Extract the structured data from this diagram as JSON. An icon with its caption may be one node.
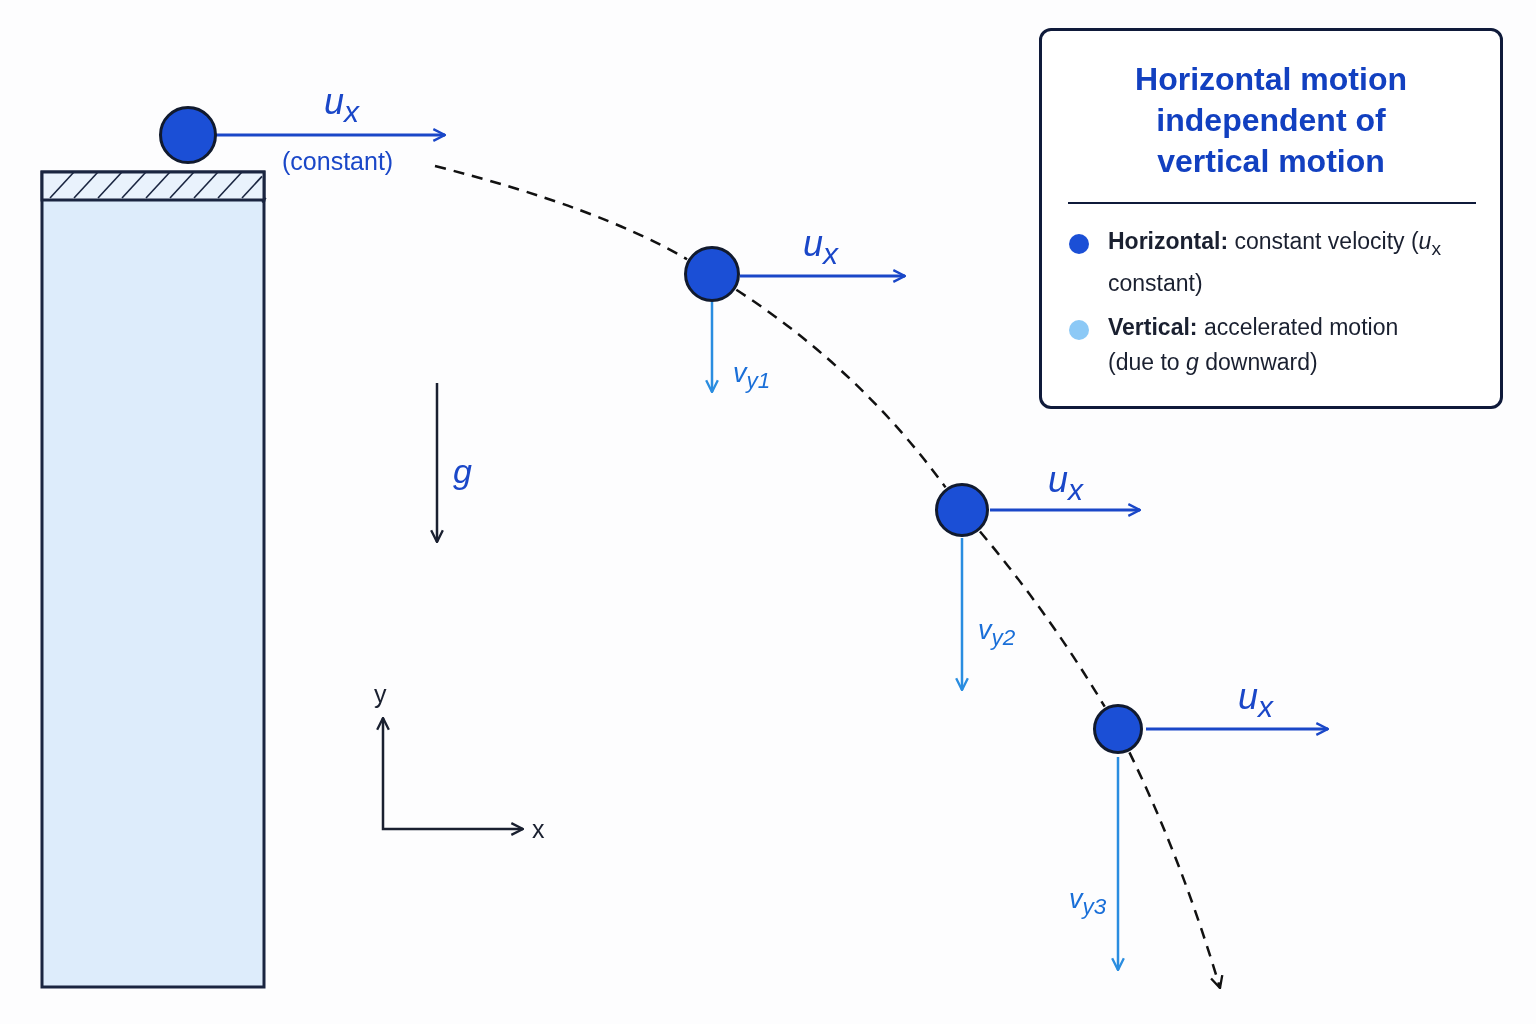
{
  "diagram": {
    "nodes": [
      {
        "text": [],
        "shape": "circle"
      },
      {
        "text": [],
        "shape": "circle"
      },
      {
        "text": [],
        "shape": "circle"
      },
      {
        "text": [],
        "shape": "circle"
      },
      {
        "text": [
          "Horizontal motion independent of vertical motion"
        ]
      }
    ],
    "edges": [
      {
        "from": null,
        "to": 1,
        "arrow": "none",
        "style": "dashed"
      },
      {
        "from": 1,
        "to": 2,
        "arrow": "none",
        "style": "dashed"
      },
      {
        "from": 2,
        "to": 3,
        "arrow": "none",
        "style": "dashed"
      },
      {
        "from": 3,
        "to": null,
        "arrow": "to",
        "style": "dashed"
      }
    ],
    "labels": [
      "u$_{x}$",
      "(constant)",
      "u$_{x}$",
      "v$_{y1}$",
      "g",
      "u$_{x}$",
      "v$_{y2}$",
      "y",
      "u$_{x}$",
      "x",
      "v$_{y3}$"
    ],
    "legend": [
      {
        "text": "**Horizontal:** constant velocity (*u*$_{x}$ constant)",
        "color": "#1b4fd6"
      },
      {
        "text": "**Vertical:** accelerated motion (due to *g* downward)",
        "color": "#8cc9f6"
      }
    ]
  }
}
